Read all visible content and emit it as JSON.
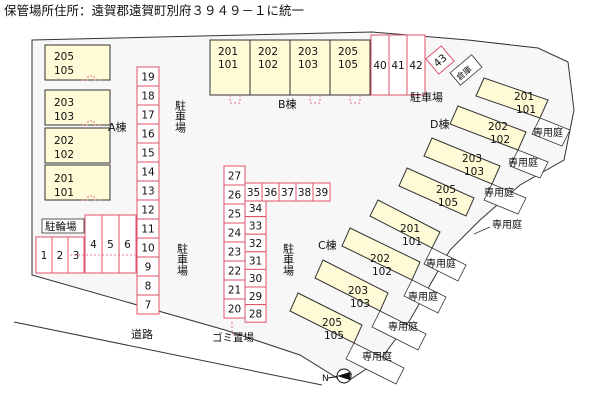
{
  "header": "保管場所住所：遠賀郡遠賀町別府３９４９－１に統一",
  "labels": {
    "a_building": "A棟",
    "b_building": "B棟",
    "c_building": "C棟",
    "d_building": "D棟",
    "parking_1": "駐車場",
    "parking_2": "駐車場",
    "parking_3": "駐車場",
    "parking_4": "駐車場",
    "bicycle": "駐輪場",
    "road": "道路",
    "garbage": "ゴミ置場",
    "private_garden": "専用庭",
    "storage": "倉庫"
  },
  "a_units": [
    [
      "205",
      "105"
    ],
    [
      "203",
      "103"
    ],
    [
      "202",
      "102"
    ],
    [
      "201",
      "101"
    ]
  ],
  "b_units": [
    [
      "201",
      "101"
    ],
    [
      "202",
      "102"
    ],
    [
      "203",
      "103"
    ],
    [
      "205",
      "105"
    ]
  ],
  "c_units": [
    [
      "201",
      "101"
    ],
    [
      "202",
      "102"
    ],
    [
      "203",
      "103"
    ],
    [
      "205",
      "105"
    ]
  ],
  "d_units": [
    [
      "201",
      "101"
    ],
    [
      "202",
      "102"
    ],
    [
      "203",
      "103"
    ],
    [
      "205",
      "105"
    ]
  ],
  "parking": {
    "col_a": [
      "19",
      "18",
      "17",
      "16",
      "15",
      "14",
      "13",
      "12",
      "11",
      "10",
      "9",
      "8",
      "7"
    ],
    "bike_row": [
      "4",
      "5",
      "6"
    ],
    "left_row": [
      "1",
      "2",
      "3"
    ],
    "col_c_left": [
      "27",
      "26",
      "25",
      "24",
      "23",
      "22",
      "21",
      "20"
    ],
    "col_c_right": [
      "34",
      "33",
      "32",
      "31",
      "30",
      "29",
      "28"
    ],
    "row_top": [
      "35",
      "36",
      "37",
      "38",
      "39"
    ],
    "top_right": [
      "40",
      "41",
      "42"
    ],
    "diag": "43"
  },
  "compass": "N",
  "colors": {
    "building_fill": "#fffbd6",
    "slot_stroke": "#e0526a",
    "outline": "#333333"
  }
}
